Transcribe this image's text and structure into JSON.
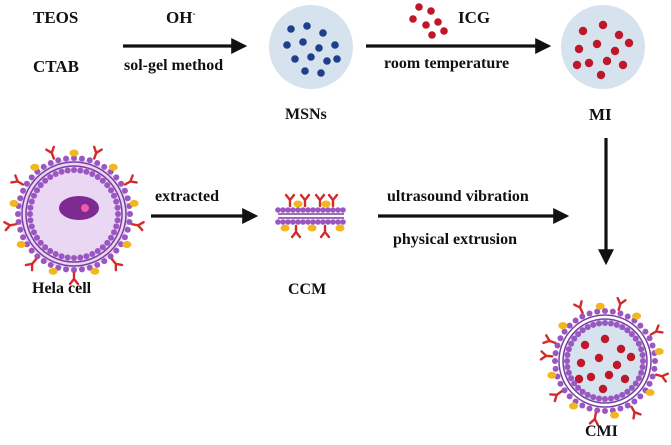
{
  "reagents": {
    "teos": "TEOS",
    "ctab": "CTAB"
  },
  "step1": {
    "above": "OH",
    "above_sup": "-",
    "below": "sol-gel method"
  },
  "step2": {
    "above": "ICG",
    "below": "room temperature"
  },
  "step3": {
    "above": "extracted"
  },
  "step4": {
    "above": "ultrasound vibration",
    "below": "physical extrusion"
  },
  "products": {
    "msns": "MSNs",
    "mi": "MI",
    "hela": "Hela cell",
    "ccm": "CCM",
    "cmi": "CMI"
  },
  "colors": {
    "arrow": "#111111",
    "particle_fill": "#d6e3ee",
    "msn_dot": "#1f3f8c",
    "icg_dot": "#c0162a",
    "membrane": "#7b3fa0",
    "membrane_head": "#9a57c2",
    "cytoplasm": "#e9d7f3",
    "nucleus": "#7d2a93",
    "nucleolus": "#f05aa8",
    "receptor_red": "#d42a2a",
    "receptor_yellow": "#f2b620"
  }
}
